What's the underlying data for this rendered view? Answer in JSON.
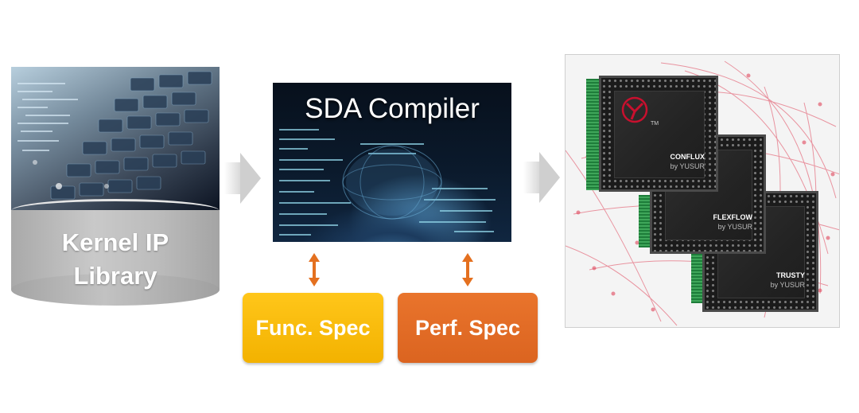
{
  "library": {
    "label_line1": "Kernel IP",
    "label_line2": "Library"
  },
  "compiler": {
    "title": "SDA Compiler"
  },
  "specs": {
    "func": "Func. Spec",
    "perf": "Perf. Spec"
  },
  "chips": [
    {
      "name": "CONFLUX",
      "by": "by YUSUR"
    },
    {
      "name": "FLEXFLOW",
      "by": "by YUSUR"
    },
    {
      "name": "TRUSTY",
      "by": "by YUSUR"
    }
  ],
  "logo": {
    "tm": "TM"
  },
  "colors": {
    "func_spec": "#f3b200",
    "perf_spec": "#db6420",
    "arrow": "#e4701f",
    "library_gray": "#bcbcbc",
    "network_lines": "#e0445a"
  }
}
